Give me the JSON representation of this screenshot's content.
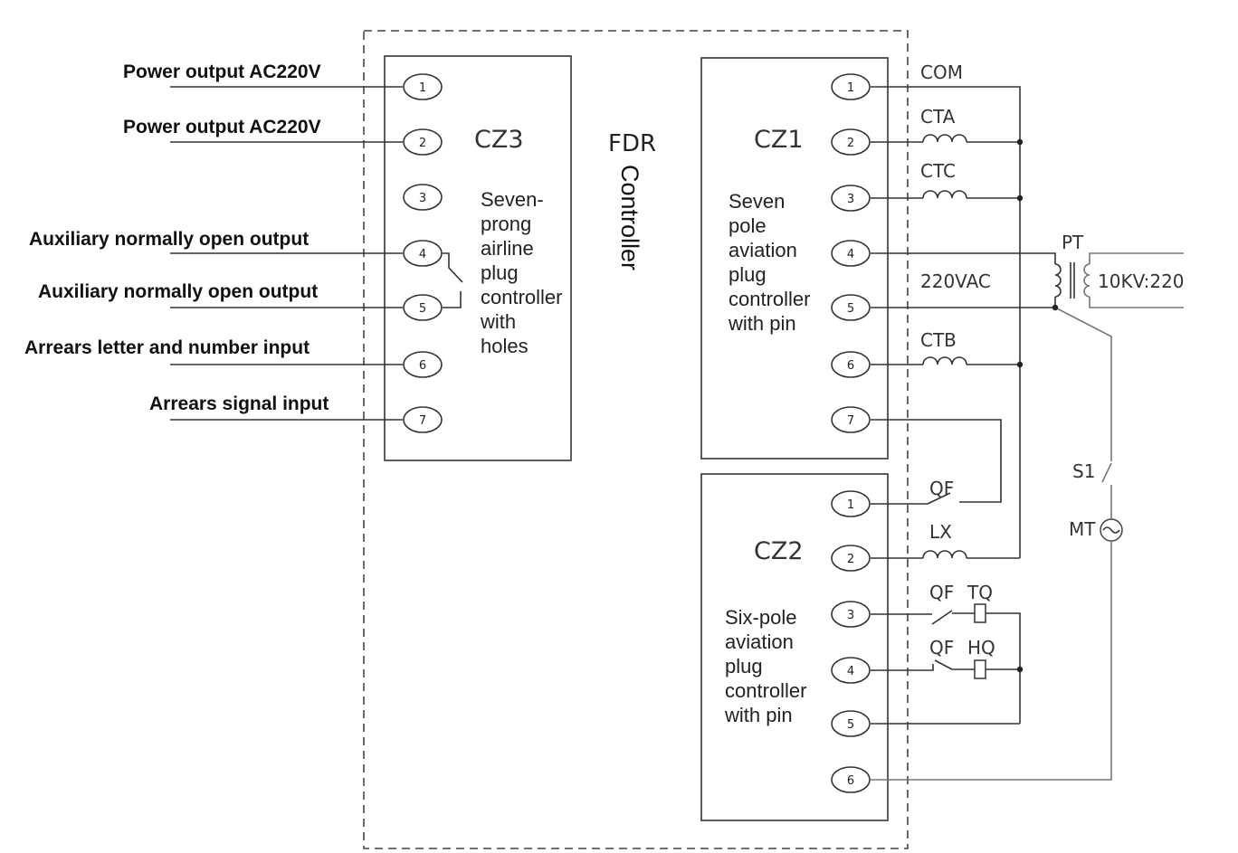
{
  "left_labels": [
    "Power output AC220V",
    "Power output AC220V",
    "Auxiliary normally open output",
    "Auxiliary normally open output",
    "Arrears letter and number input",
    "Arrears signal input"
  ],
  "fdr": {
    "title": "FDR",
    "subtitle": "Controller"
  },
  "cz3": {
    "name": "CZ3",
    "desc": [
      "Seven-",
      "prong",
      "airline",
      "plug",
      "controller",
      "with",
      "holes"
    ],
    "pins": [
      "1",
      "2",
      "3",
      "4",
      "5",
      "6",
      "7"
    ]
  },
  "cz1": {
    "name": "CZ1",
    "desc": [
      "Seven",
      "pole",
      "aviation",
      "plug",
      "controller",
      "with pin"
    ],
    "pins": [
      "1",
      "2",
      "3",
      "4",
      "5",
      "6",
      "7"
    ]
  },
  "cz2": {
    "name": "CZ2",
    "desc": [
      "Six-pole",
      "aviation",
      "plug",
      "controller",
      "with pin"
    ],
    "pins": [
      "1",
      "2",
      "3",
      "4",
      "5",
      "6"
    ]
  },
  "components": {
    "com": "COM",
    "cta": "CTA",
    "ctc": "CTC",
    "pt": "PT",
    "vac": "220VAC",
    "kv": "10KV:220",
    "ctb": "CTB",
    "qf1": "QF",
    "lx": "LX",
    "qf3": "QF",
    "tq": "TQ",
    "qf4": "QF",
    "hq": "HQ",
    "s1": "S1",
    "mt": "MT"
  }
}
